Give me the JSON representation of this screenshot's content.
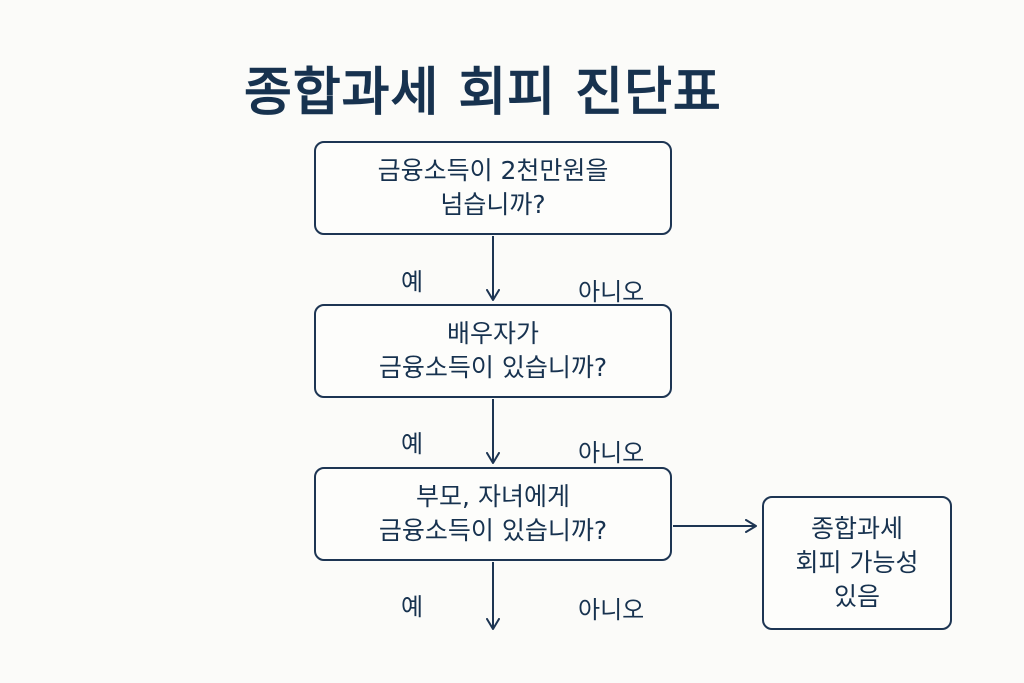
{
  "title": "종합과세 회피 진단표",
  "nodes": {
    "q1": {
      "line1": "금융소득이 2천만원을",
      "line2": "넘습니까?"
    },
    "q2": {
      "line1": "배우자가",
      "line2": "금융소득이 있습니까?"
    },
    "q3": {
      "line1": "부모, 자녀에게",
      "line2": "금융소득이 있습니까?"
    },
    "result": {
      "line1": "종합과세",
      "line2": "회피 가능성",
      "line3": "있음"
    }
  },
  "edge_labels": {
    "q1_yes": "예",
    "q1_no": "아니오",
    "q2_yes": "예",
    "q2_no": "아니오",
    "q3_yes": "예",
    "q3_no": "아니오"
  },
  "colors": {
    "ink": "#17324f",
    "stroke": "#1d3553",
    "background": "#fbfbf9"
  }
}
